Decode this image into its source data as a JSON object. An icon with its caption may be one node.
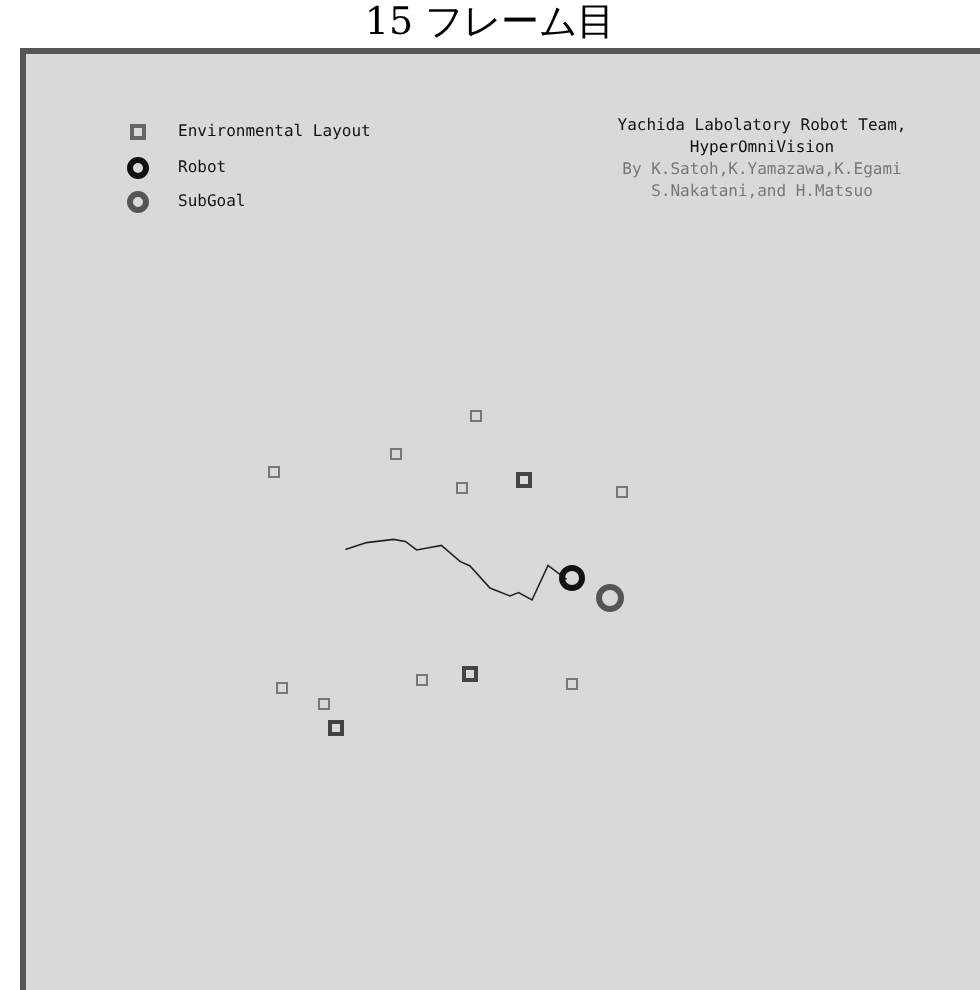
{
  "diagram": {
    "title": "15 フレーム目",
    "labels": [
      "Yachida Labolatory Robot Team, HyperOmniVision",
      "By K.Satoh,K.Yamazawa,K.Egami S.Nakatani,and H.Matsuo"
    ],
    "legend": [
      {
        "text": "Environmental Layout"
      },
      {
        "text": "Robot"
      },
      {
        "text": "SubGoal"
      }
    ]
  }
}
